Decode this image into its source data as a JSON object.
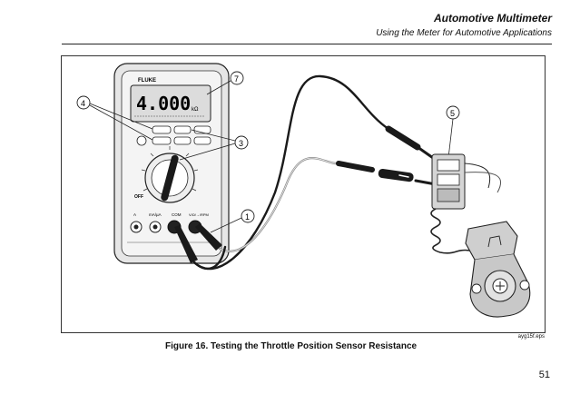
{
  "header": {
    "title": "Automotive Multimeter",
    "subtitle": "Using the Meter for Automotive Applications"
  },
  "figure": {
    "caption": "Figure 16. Testing the Throttle Position Sensor Resistance",
    "file_id": "ayg15f.eps",
    "meter": {
      "brand": "FLUKE",
      "display_reading": "4.000",
      "display_unit": "kΩ",
      "jacks": {
        "a": "A",
        "ma": "mA/µA",
        "com": "COM",
        "v": "V/Ω/→/RPM"
      },
      "dial": {
        "off": "OFF"
      }
    },
    "callouts": [
      "1",
      "3",
      "4",
      "5",
      "7"
    ]
  },
  "page": {
    "number": "51"
  },
  "colors": {
    "ink": "#111111",
    "line": "#222222",
    "lead": "#1a1a1a",
    "device": "#cfcfcf"
  }
}
